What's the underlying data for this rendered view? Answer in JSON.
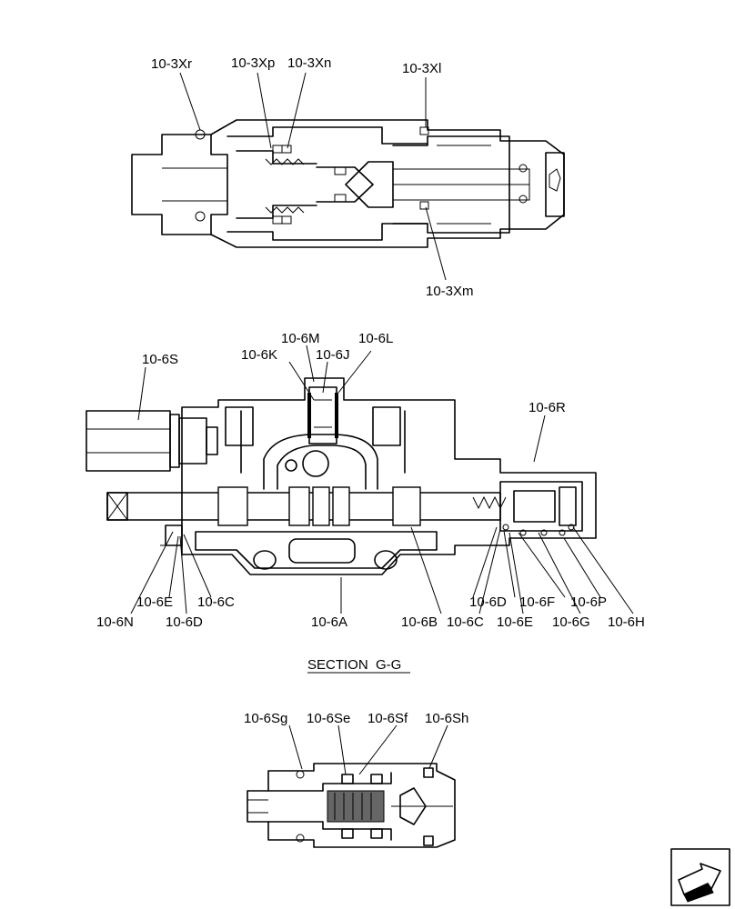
{
  "top_view": {
    "labels": {
      "xr": "10-3Xr",
      "xp": "10-3Xp",
      "xn": "10-3Xn",
      "xl": "10-3Xl",
      "xm": "10-3Xm"
    }
  },
  "section_view": {
    "labels": {
      "s": "10-6S",
      "m": "10-6M",
      "l": "10-6L",
      "k": "10-6K",
      "j": "10-6J",
      "r": "10-6R",
      "e_left": "10-6E",
      "c_left": "10-6C",
      "n": "10-6N",
      "d_left": "10-6D",
      "a": "10-6A",
      "d_right": "10-6D",
      "f": "10-6F",
      "p": "10-6P",
      "b": "10-6B",
      "c_right": "10-6C",
      "e_right": "10-6E",
      "g": "10-6G",
      "h": "10-6H"
    },
    "caption": "SECTION  G-G"
  },
  "bottom_view": {
    "labels": {
      "sg": "10-6Sg",
      "se": "10-6Se",
      "sf": "10-6Sf",
      "sh": "10-6Sh"
    }
  },
  "nav": {
    "icon": "next-page-arrow-icon"
  }
}
